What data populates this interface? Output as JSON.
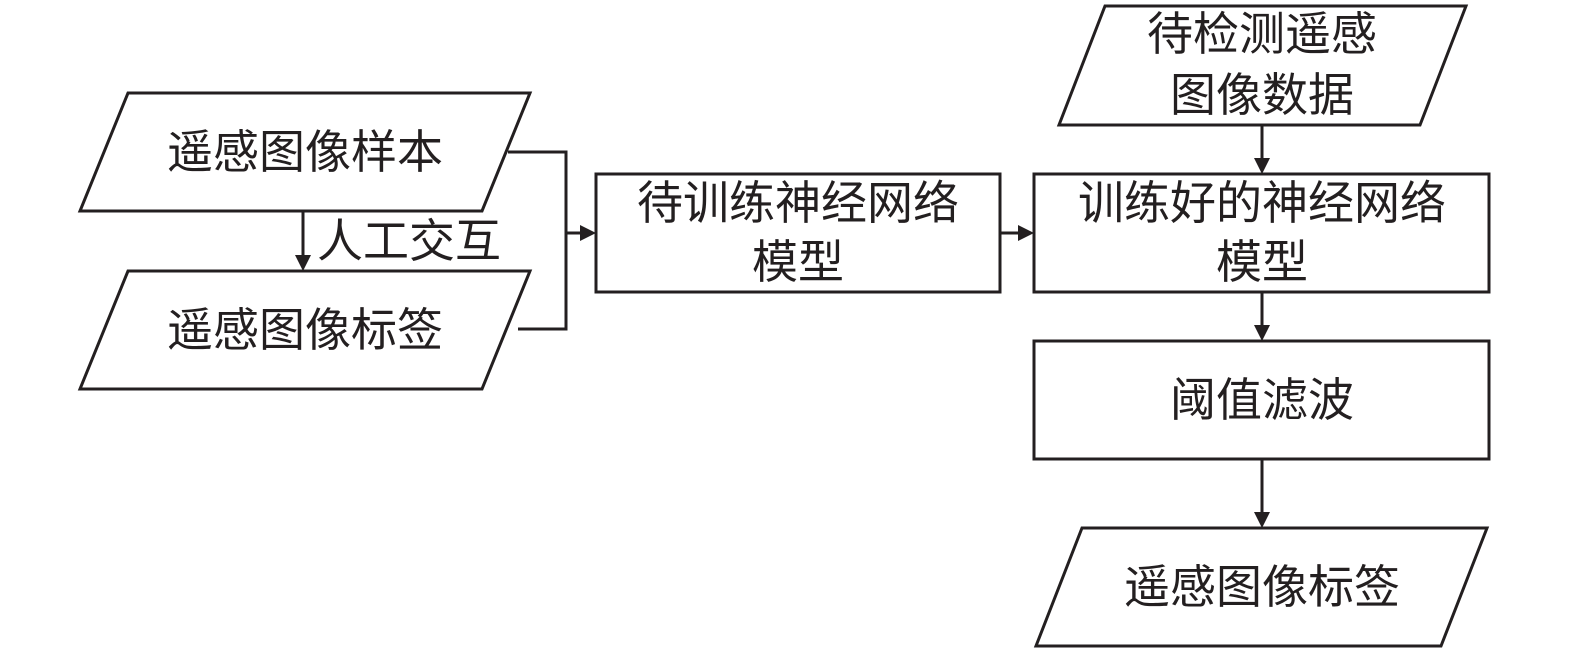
{
  "nodes": {
    "sample_images": "遥感图像样本",
    "image_labels_input": "遥感图像标签",
    "untrained_model_line1": "待训练神经网络",
    "untrained_model_line2": "模型",
    "detect_data_line1": "待检测遥感",
    "detect_data_line2": "图像数据",
    "trained_model_line1": "训练好的神经网络",
    "trained_model_line2": "模型",
    "threshold_filter": "阈值滤波",
    "image_labels_output": "遥感图像标签"
  },
  "edge_labels": {
    "manual_interaction": "人工交互"
  },
  "colors": {
    "stroke": "#231f20",
    "fill": "#ffffff"
  }
}
